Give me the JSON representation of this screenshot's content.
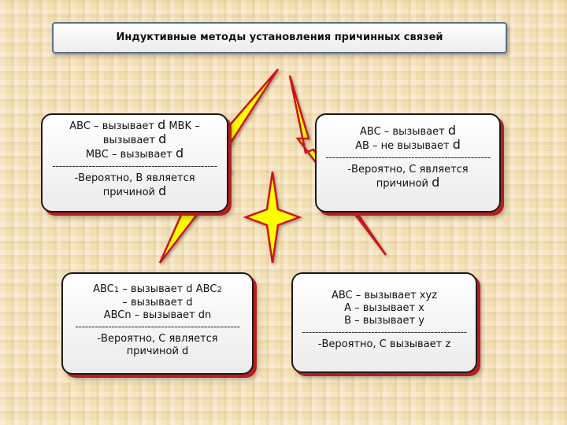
{
  "title": "Индуктивные методы установления причинных связей",
  "dashes": "--------------------------------------------------",
  "box1": {
    "l1a": "ABC – вызывает ",
    "l1b": "d",
    "l1c": " MBK –",
    "l2a": "вызывает ",
    "l2b": "d",
    "l3a": "MBC – вызывает ",
    "l3b": "d",
    "l4": "-Вероятно, B является",
    "l5a": "причиной ",
    "l5b": "d"
  },
  "box2": {
    "l1a": "ABC – вызывает ",
    "l1b": "d",
    "l2a": "AB – не вызывает ",
    "l2b": "d",
    "l3": "-Вероятно, C является",
    "l4a": "причиной ",
    "l4b": "d"
  },
  "box3": {
    "l1a": "ABC",
    "l1b": "1",
    "l1c": " – вызывает d ABC",
    "l1d": "2",
    "l2": "– вызывает  d",
    "l3": "ABCn – вызывает  dn",
    "l4": "-Вероятно, C является",
    "l5": "причиной d"
  },
  "box4": {
    "l1": "ABC – вызывает xyz",
    "l2": "A – вызывает x",
    "l3": "B – вызывает y",
    "l4": "-Вероятно, C вызывает z"
  },
  "colors": {
    "arrow_fill": "#ffff00",
    "arrow_stroke": "#c8141e",
    "box_shadow": "#b91c1c",
    "title_border": "#5a6f8c"
  }
}
